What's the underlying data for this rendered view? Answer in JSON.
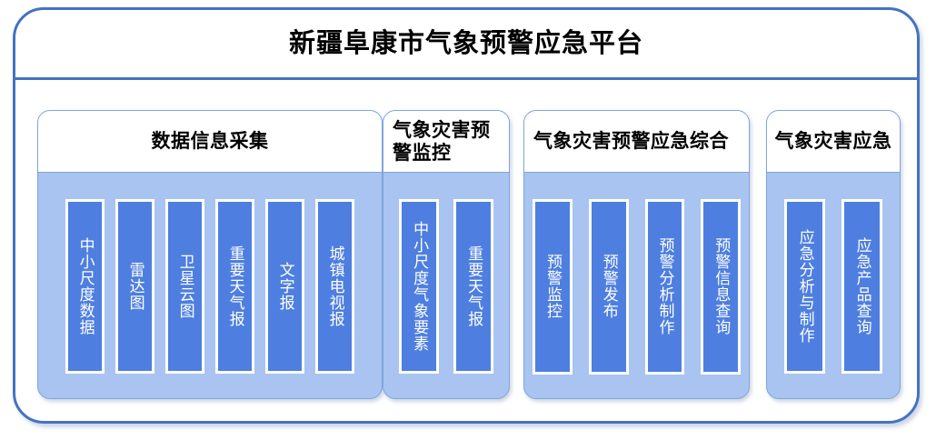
{
  "platform": {
    "title": "新疆阜康市气象预警应急平台",
    "frame_border_color": "#4472C4",
    "group_body_color": "#A9C4F0",
    "item_bar_color": "#4E7FE0",
    "item_text_color": "#FFFFFF"
  },
  "groups": [
    {
      "title": "数据信息采集",
      "title_align": "center",
      "items": [
        {
          "label": "中小尺度数据"
        },
        {
          "label": "雷达图"
        },
        {
          "label": "卫星云图"
        },
        {
          "label": "重要天气报"
        },
        {
          "label": "文字报"
        },
        {
          "label": "城镇电视报"
        }
      ]
    },
    {
      "title": "气象灾害预警监控",
      "title_align": "left",
      "items": [
        {
          "label": "中小尺度气象要素"
        },
        {
          "label": "重要天气报"
        }
      ]
    },
    {
      "title": "气象灾害预警应急综合",
      "title_align": "left",
      "items": [
        {
          "label": "预警监控"
        },
        {
          "label": "预警发布"
        },
        {
          "label": "预警分析制作"
        },
        {
          "label": "预警信息查询"
        }
      ]
    },
    {
      "title": "气象灾害应急",
      "title_align": "center",
      "items": [
        {
          "label": "应急分析与制作"
        },
        {
          "label": "应急产品查询"
        }
      ]
    }
  ]
}
